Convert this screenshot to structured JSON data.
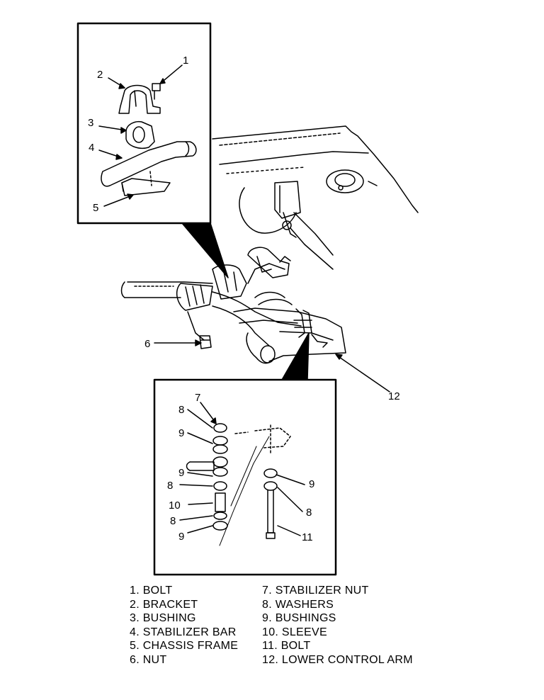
{
  "callouts": {
    "top": [
      "1",
      "2",
      "3",
      "4",
      "5"
    ],
    "left": "6",
    "right": "12",
    "bottom": [
      "7",
      "8",
      "9",
      "9",
      "8",
      "10",
      "8",
      "9",
      "9",
      "8",
      "11"
    ]
  },
  "legend": {
    "left": [
      "1. BOLT",
      "2. BRACKET",
      "3. BUSHING",
      "4. STABILIZER BAR",
      "5. CHASSIS FRAME",
      "6. NUT"
    ],
    "right": [
      "7. STABILIZER NUT",
      "8. WASHERS",
      "9. BUSHINGS",
      "10. SLEEVE",
      "11. BOLT",
      "12. LOWER CONTROL ARM"
    ]
  },
  "colors": {
    "ink": "#000000",
    "paper": "#ffffff"
  }
}
